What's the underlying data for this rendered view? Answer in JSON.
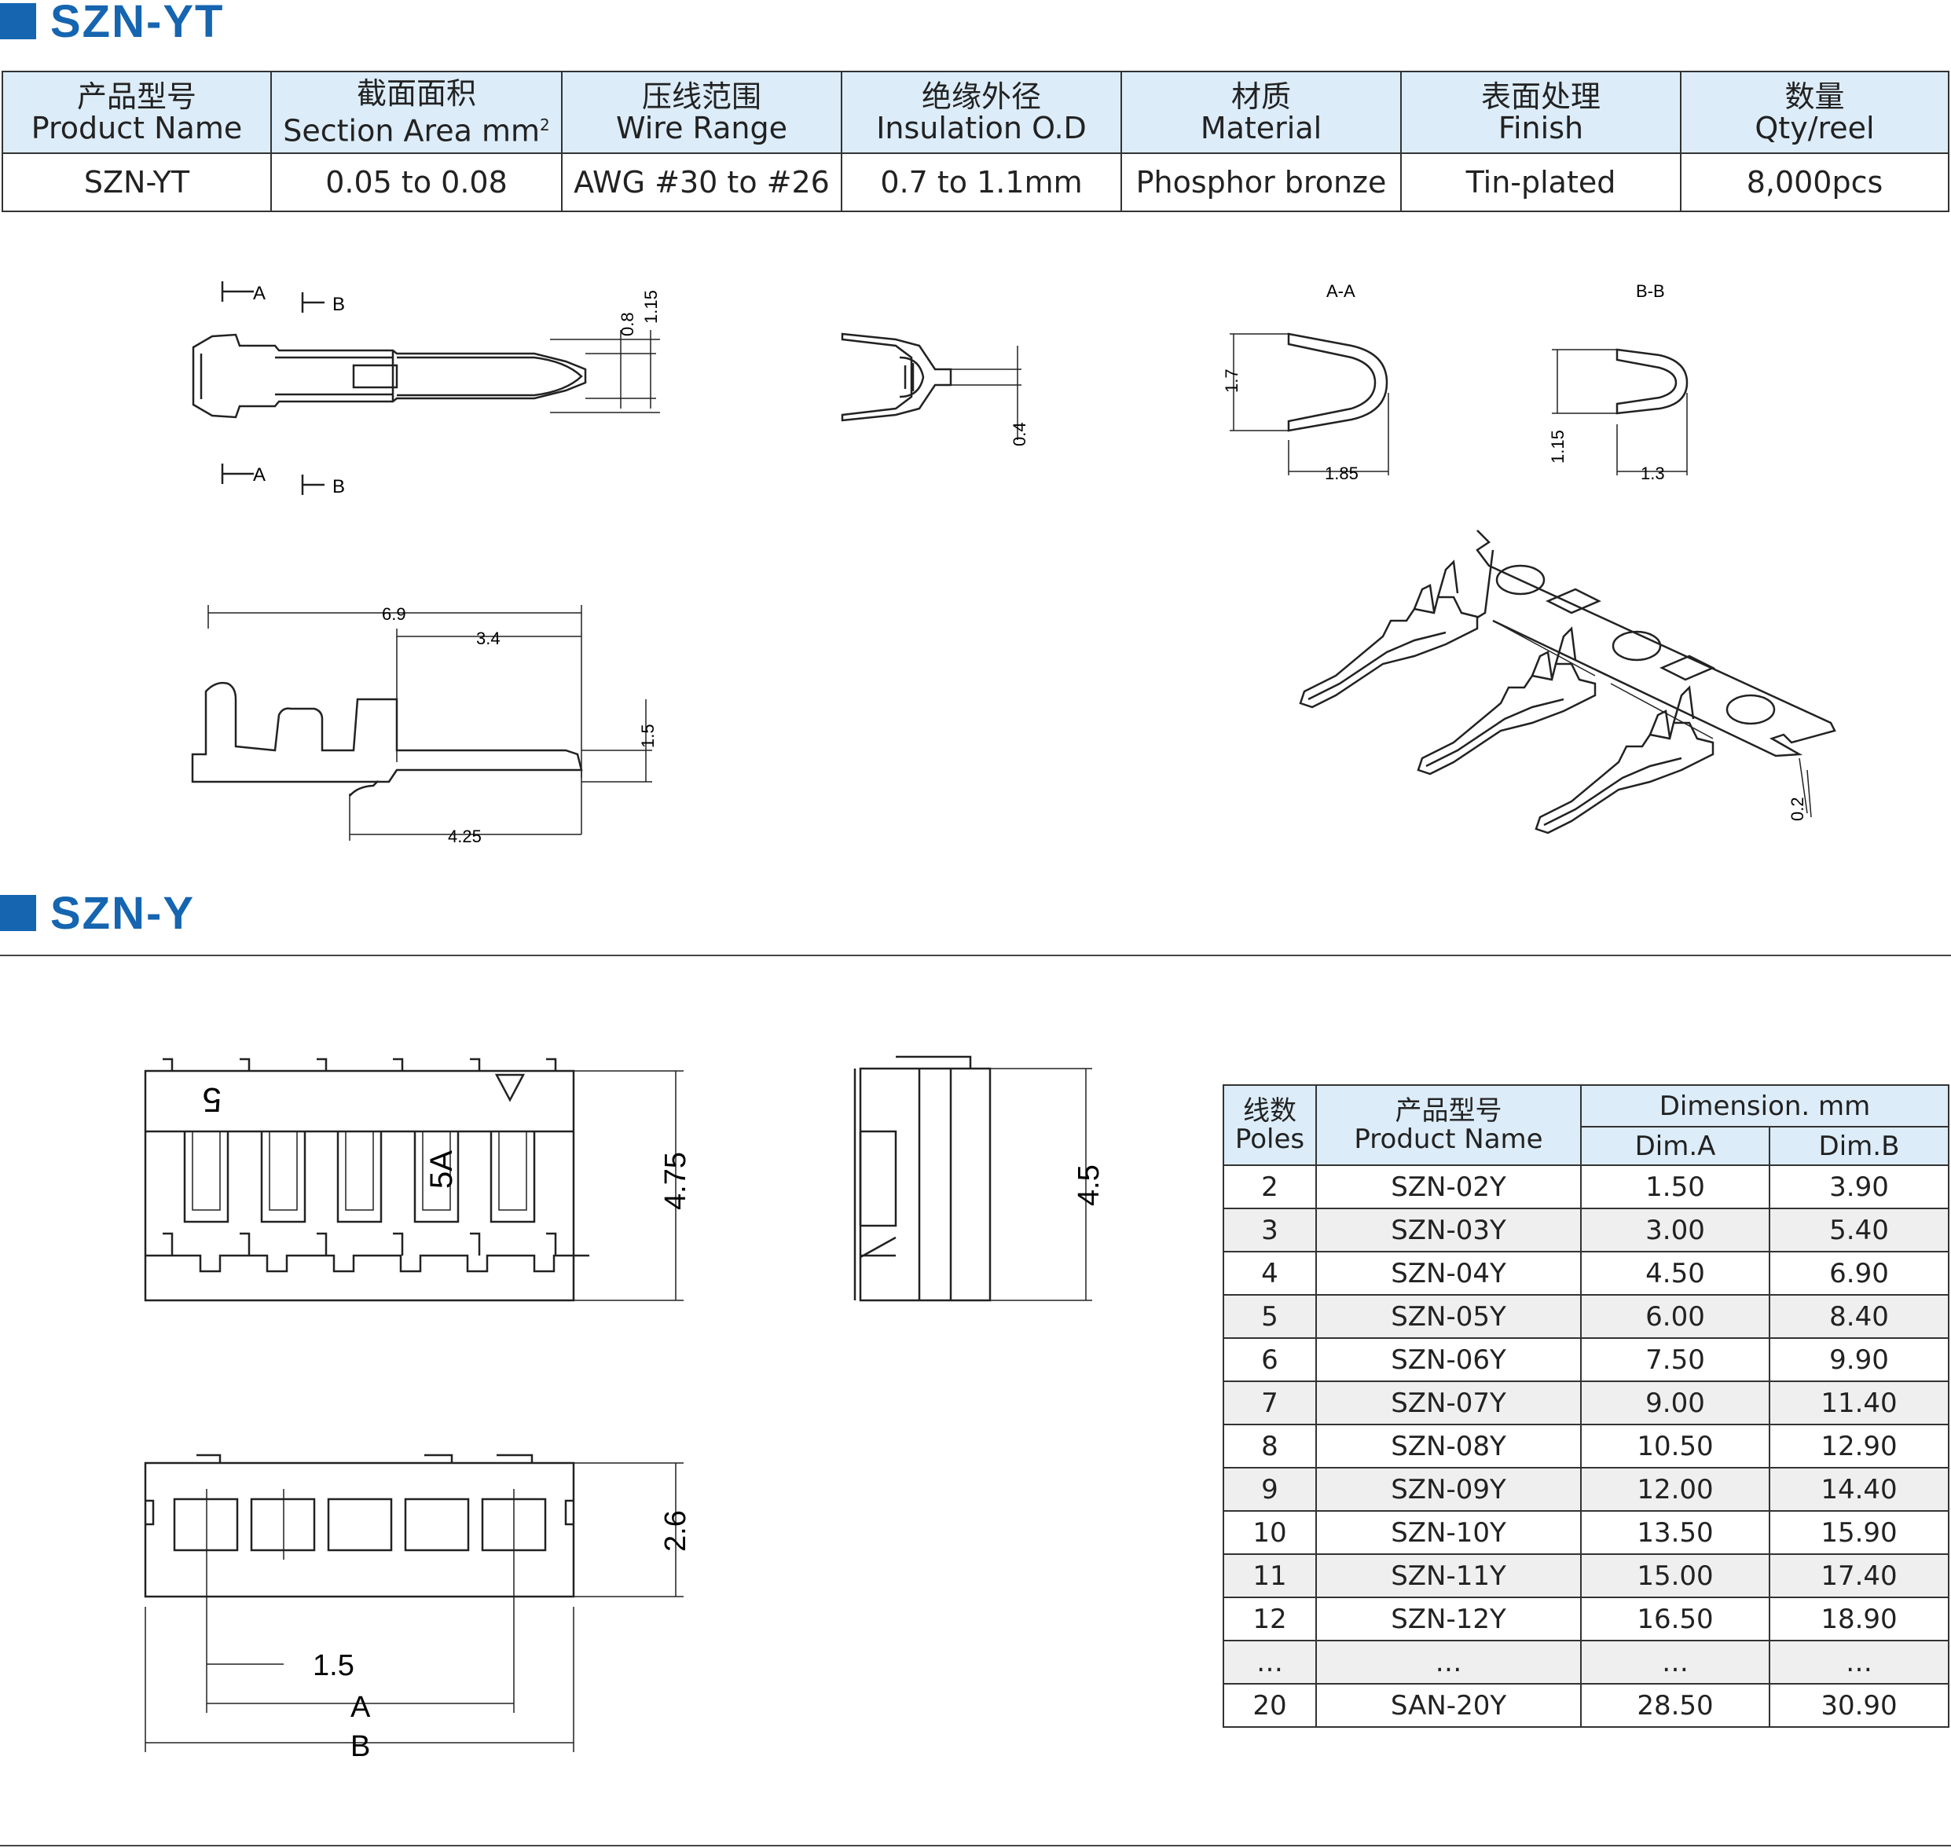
{
  "sections": {
    "yt_title": "SZN-YT",
    "y_title": "SZN-Y"
  },
  "spec_table": {
    "headers": [
      {
        "cn": "产品型号",
        "en": "Product Name"
      },
      {
        "cn": "截面面积",
        "en": "Section Area mm",
        "sup": "2"
      },
      {
        "cn": "压线范围",
        "en": "Wire Range"
      },
      {
        "cn": "绝缘外径",
        "en": "Insulation O.D"
      },
      {
        "cn": "材质",
        "en": "Material"
      },
      {
        "cn": "表面处理",
        "en": "Finish"
      },
      {
        "cn": "数量",
        "en": "Qty/reel"
      }
    ],
    "row": [
      "SZN-YT",
      "0.05 to 0.08",
      "AWG #30 to #26",
      "0.7 to 1.1mm",
      "Phosphor bronze",
      "Tin-plated",
      "8,000pcs"
    ]
  },
  "terminal_drawing": {
    "section_a": "A",
    "section_b": "B",
    "dims": {
      "d_0_8": "0.8",
      "d_1_15": "1.15",
      "d_0_4": "0.4",
      "aa_label": "A-A",
      "bb_label": "B-B",
      "aa_h": "1.7",
      "aa_w": "1.85",
      "bb_h": "1.15",
      "bb_w": "1.3",
      "side_total": "6.9",
      "side_front": "3.4",
      "side_h": "1.5",
      "side_bottom": "4.25",
      "reel_t": "0.2"
    }
  },
  "housing_drawing": {
    "pole_mark": "5",
    "rating_mark": "5A",
    "dims": {
      "front_h": "4.75",
      "side_h": "4.5",
      "bottom_h": "2.6",
      "pitch": "1.5",
      "dim_a": "A",
      "dim_b": "B"
    }
  },
  "dimension_table": {
    "h_poles_cn": "线数",
    "h_poles_en": "Poles",
    "h_name_cn": "产品型号",
    "h_name_en": "Product Name",
    "h_dimension": "Dimension. mm",
    "h_dim_a": "Dim.A",
    "h_dim_b": "Dim.B",
    "rows": [
      [
        "2",
        "SZN-02Y",
        "1.50",
        "3.90"
      ],
      [
        "3",
        "SZN-03Y",
        "3.00",
        "5.40"
      ],
      [
        "4",
        "SZN-04Y",
        "4.50",
        "6.90"
      ],
      [
        "5",
        "SZN-05Y",
        "6.00",
        "8.40"
      ],
      [
        "6",
        "SZN-06Y",
        "7.50",
        "9.90"
      ],
      [
        "7",
        "SZN-07Y",
        "9.00",
        "11.40"
      ],
      [
        "8",
        "SZN-08Y",
        "10.50",
        "12.90"
      ],
      [
        "9",
        "SZN-09Y",
        "12.00",
        "14.40"
      ],
      [
        "10",
        "SZN-10Y",
        "13.50",
        "15.90"
      ],
      [
        "11",
        "SZN-11Y",
        "15.00",
        "17.40"
      ],
      [
        "12",
        "SZN-12Y",
        "16.50",
        "18.90"
      ],
      [
        "…",
        "…",
        "…",
        "…"
      ],
      [
        "20",
        "SAN-20Y",
        "28.50",
        "30.90"
      ]
    ]
  }
}
